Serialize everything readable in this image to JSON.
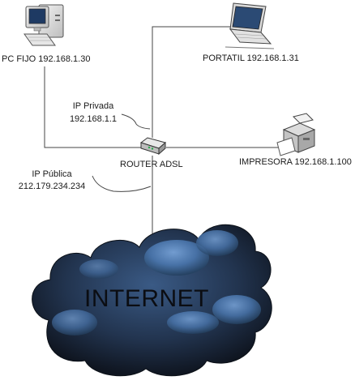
{
  "devices": {
    "pc": {
      "label": "PC FIJO 192.168.1.30",
      "icon": "desktop-computer-icon"
    },
    "laptop": {
      "label": "PORTATIL 192.168.1.31",
      "icon": "laptop-icon"
    },
    "printer": {
      "label": "IMPRESORA 192.168.1.100",
      "icon": "printer-icon"
    },
    "router": {
      "label": "ROUTER ADSL",
      "icon": "router-icon"
    }
  },
  "annotations": {
    "private_ip": {
      "title": "IP Privada",
      "value": "192.168.1.1"
    },
    "public_ip": {
      "title": "IP Pública",
      "value": "212.179.234.234"
    }
  },
  "internet": {
    "label": "INTERNET",
    "icon": "cloud-icon"
  },
  "colors": {
    "line": "#444444",
    "cloud_dark": "#1b2433",
    "cloud_mid": "#2f4d73",
    "cloud_light": "#5d8cc4"
  }
}
